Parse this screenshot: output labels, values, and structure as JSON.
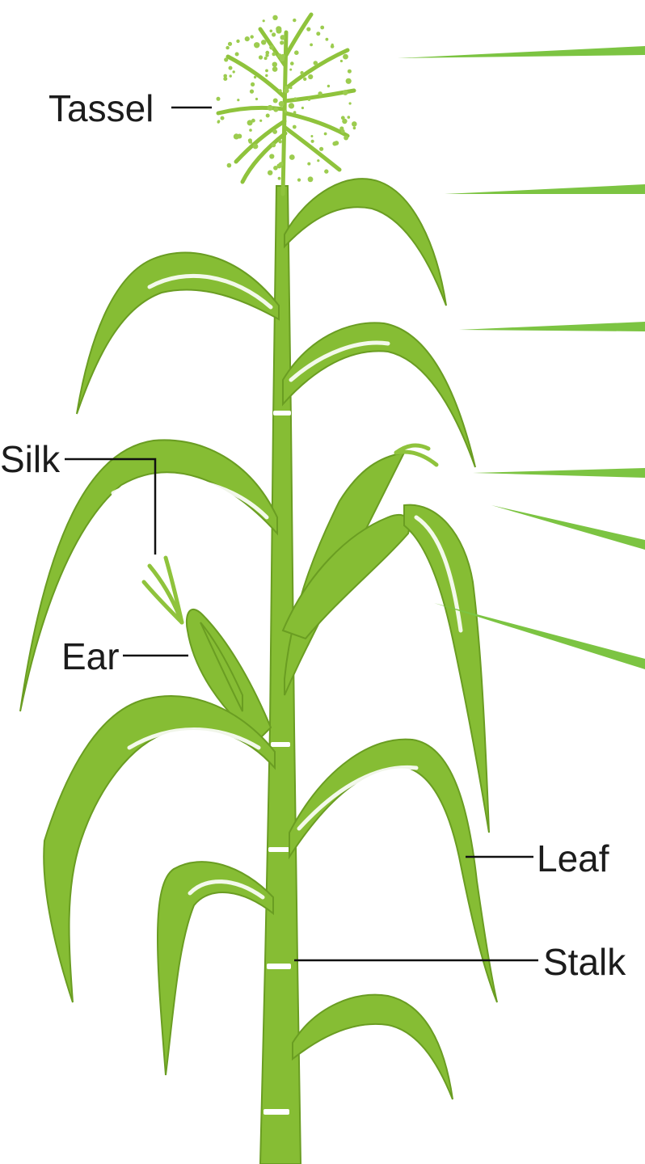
{
  "labels": {
    "tassel": "Tassel",
    "silk": "Silk",
    "ear": "Ear",
    "leaf": "Leaf",
    "stalk": "Stalk"
  },
  "colors": {
    "plant_green": "#86bd34",
    "plant_outline": "#6a9d22",
    "pointer_green": "#7cc442",
    "leader_line": "#111111",
    "label_text": "#1c1c1c",
    "background": "#ffffff"
  }
}
